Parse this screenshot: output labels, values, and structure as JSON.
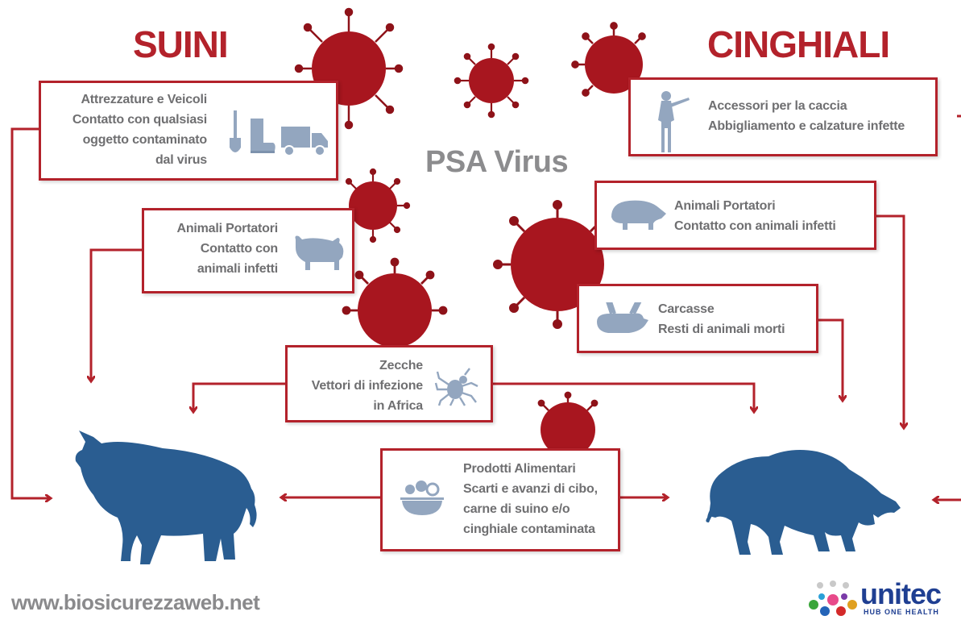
{
  "headings": {
    "left": "SUINI",
    "right": "CINGHIALI",
    "center": "PSA Virus"
  },
  "boxes": {
    "equipment": {
      "title": "Attrezzature e Veicoli",
      "lines": [
        "Contatto con qualsiasi",
        "oggetto contaminato",
        "dal virus"
      ]
    },
    "carriers_left": {
      "title": "Animali Portatori",
      "lines": [
        "Contatto con",
        "animali infetti"
      ]
    },
    "hunting": {
      "title": "Accessori per la caccia",
      "lines": [
        "Abbigliamento e calzature infette"
      ]
    },
    "carriers_right": {
      "title": "Animali Portatori",
      "lines": [
        "Contatto con animali infetti"
      ]
    },
    "carcasses": {
      "title": "Carcasse",
      "lines": [
        "Resti di animali morti"
      ]
    },
    "ticks": {
      "title": "Zecche",
      "lines": [
        "Vettori di infezione",
        "in Africa"
      ]
    },
    "food": {
      "title": "Prodotti Alimentari",
      "lines": [
        "Scarti e avanzi di cibo,",
        "carne di suino e/o",
        "cinghiale contaminata"
      ]
    }
  },
  "footer": {
    "website": "www.biosicurezzaweb.net",
    "logo_name": "unitec",
    "logo_tagline": "HUB ONE HEALTH"
  },
  "colors": {
    "accent": "#b3222b",
    "silhouette": "#2a5d91",
    "icon": "#93a6bf",
    "text": "#6f6f71",
    "virus": "#a8161f"
  },
  "icons": [
    "shovel-icon",
    "boot-icon",
    "truck-icon",
    "pig-small-icon",
    "hunter-icon",
    "boar-small-icon",
    "dead-pig-icon",
    "tick-icon",
    "food-bowl-icon"
  ]
}
